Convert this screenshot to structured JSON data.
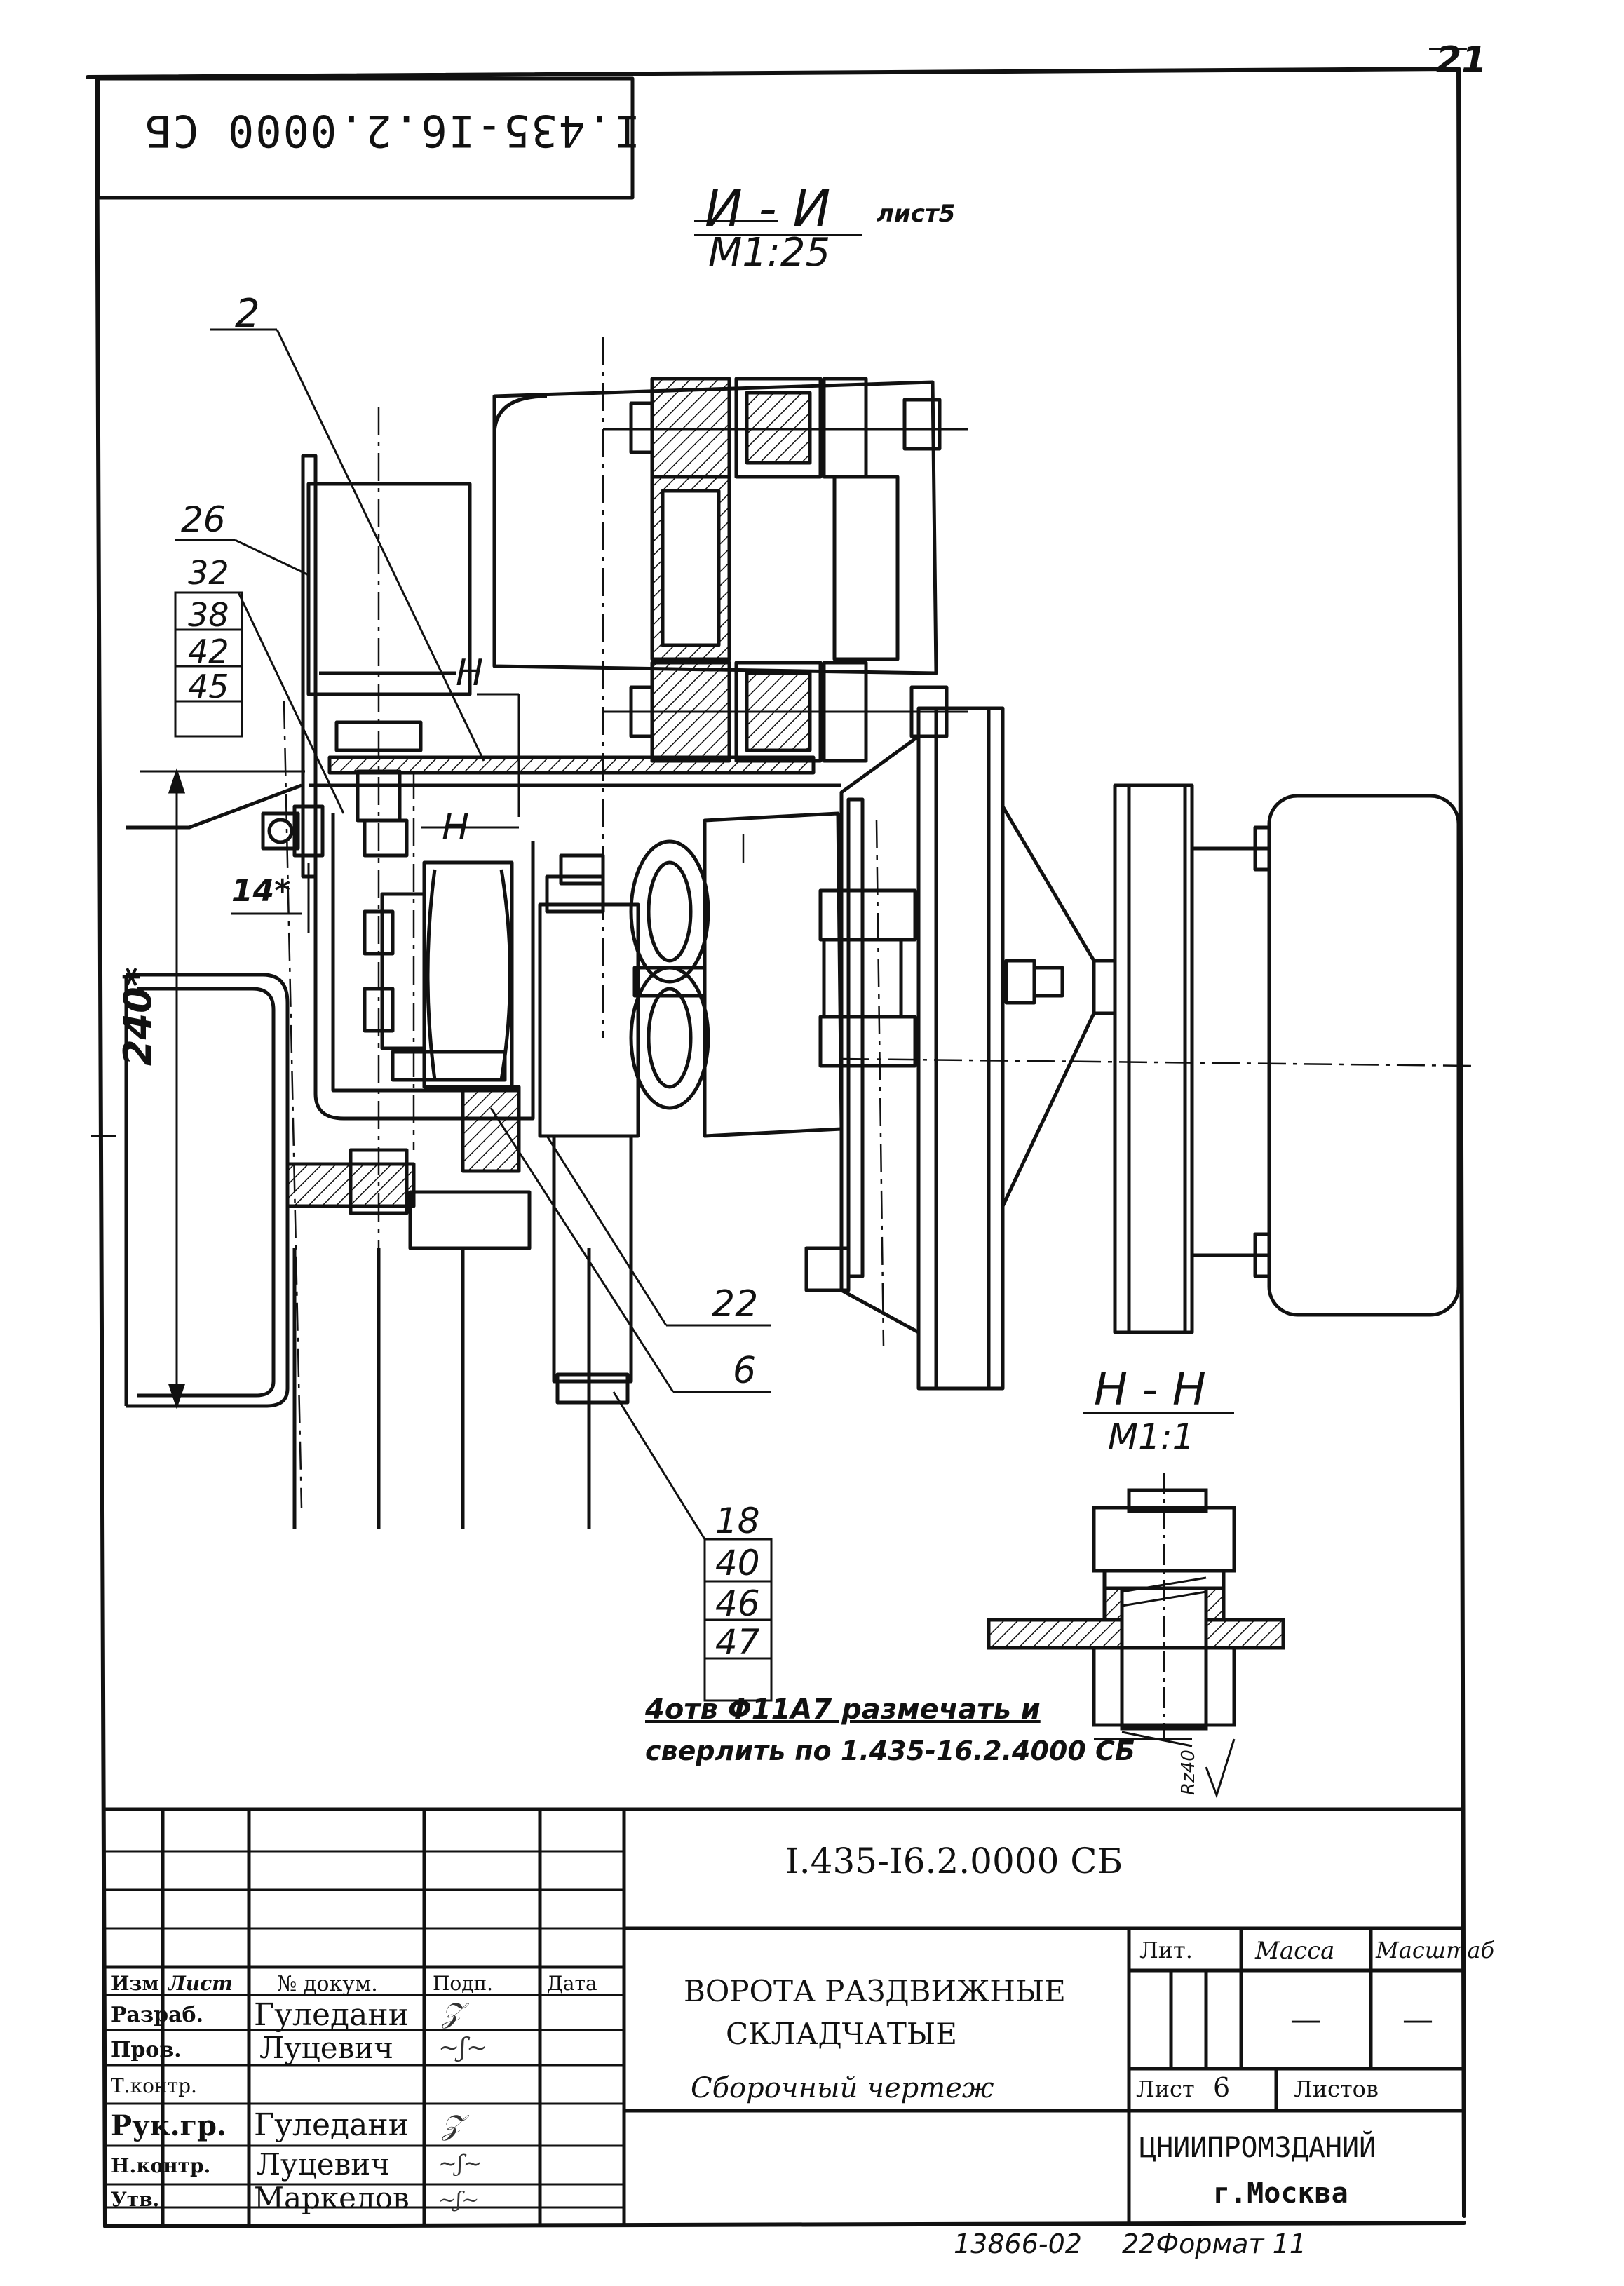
{
  "page": {
    "sheet_number": "21",
    "format_label": "22Формат 11",
    "inventory_number": "13866-02"
  },
  "mirrored_code": "I.435-I6.2.0000 CБ",
  "section_view": {
    "label": "И - И",
    "sheet_ref": "лист5",
    "scale": "М1:25"
  },
  "detail_view": {
    "label": "Н - Н",
    "scale": "М1:1",
    "roughness": "Rz40"
  },
  "callouts": {
    "part_2": "2",
    "part_26": "26",
    "stack_left": [
      "32",
      "38",
      "42",
      "45"
    ],
    "part_22": "22",
    "part_6": "6",
    "stack_bottom": [
      "18",
      "40",
      "46",
      "47"
    ],
    "mark_h_upper": "Н",
    "mark_h_lower": "Н"
  },
  "dimensions": {
    "gap": "14*",
    "height": "240*"
  },
  "note": {
    "line1": "4отв Φ11А7 размечать и",
    "line2": "сверлить по 1.435-16.2.4000 СБ"
  },
  "title_block": {
    "document_code": "I.435-I6.2.0000 CБ",
    "header": {
      "izm": "Изм",
      "list": "Лист",
      "doc": "№ докум.",
      "sign": "Подп.",
      "date": "Дата"
    },
    "roles": [
      {
        "role": "Разраб.",
        "name": "Гуледани"
      },
      {
        "role": "Пров.",
        "name": "Луцевич"
      },
      {
        "role": "Т.контр.",
        "name": ""
      },
      {
        "role": "Рук.гр.",
        "name": "Гуледани"
      },
      {
        "role": "Н.контр.",
        "name": "Луцевич"
      },
      {
        "role": "Утв.",
        "name": "Маркелов"
      }
    ],
    "title_line1": "ВОРОТА  РАЗДВИЖНЫЕ",
    "title_line2": "СКЛАДЧАТЫЕ",
    "doc_type": "Сборочный чертеж",
    "lit_label": "Лит.",
    "mass_label": "Масса",
    "scale_label": "Масштаб",
    "mass_value": "—",
    "scale_value": "—",
    "sheet_label": "Лист",
    "sheet_value": "6",
    "sheets_label": "Листов",
    "organization": "ЦНИИПРОМЗДАНИЙ",
    "city": "г.Москва"
  }
}
